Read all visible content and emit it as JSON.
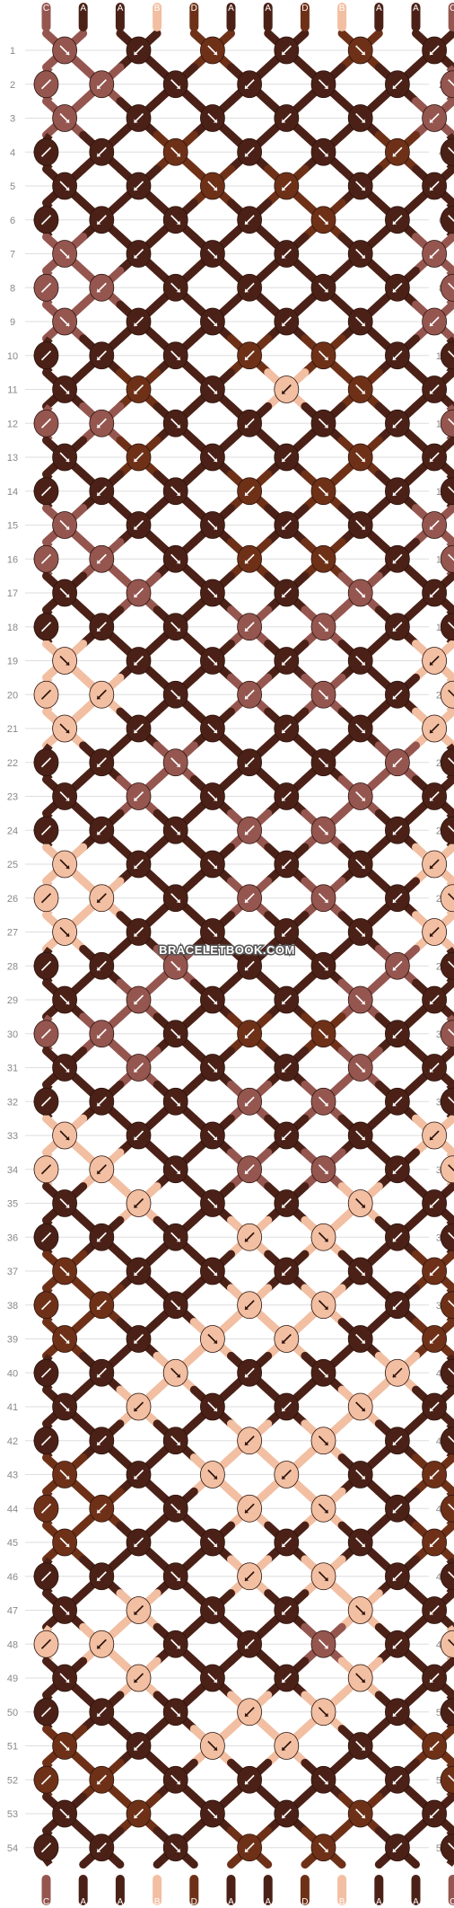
{
  "watermark": "BRACELETBOOK.COM",
  "colors": {
    "A": "#4b2117",
    "B": "#f2bfa2",
    "C": "#955650",
    "D": "#6e3118"
  },
  "strands_top": [
    "C",
    "A",
    "A",
    "B",
    "D",
    "A",
    "A",
    "D",
    "B",
    "A",
    "A",
    "C"
  ],
  "strands_bottom": [
    "C",
    "A",
    "A",
    "B",
    "D",
    "A",
    "A",
    "D",
    "B",
    "A",
    "A",
    "C"
  ],
  "row_numbers": [
    1,
    2,
    3,
    4,
    5,
    6,
    7,
    8,
    9,
    10,
    11,
    12,
    13,
    14,
    15,
    16,
    17,
    18,
    19,
    20,
    21,
    22,
    23,
    24,
    25,
    26,
    27,
    28,
    29,
    30,
    31,
    32,
    33,
    34,
    35,
    36,
    37,
    38,
    39,
    40,
    41,
    42,
    43,
    44,
    45,
    46,
    47,
    48,
    49,
    50,
    51,
    52,
    53,
    54
  ],
  "knot_rows": [
    [
      "C",
      "A",
      "D",
      "A",
      "D",
      "A"
    ],
    [
      "C",
      "A",
      "A",
      "A",
      "A",
      "C"
    ],
    [
      "C",
      "A",
      "A",
      "A",
      "A",
      "C"
    ],
    [
      "A",
      "D",
      "A",
      "A",
      "D",
      "A"
    ],
    [
      "A",
      "A",
      "D",
      "D",
      "A",
      "A"
    ],
    [
      "A",
      "A",
      "A",
      "D",
      "A",
      "A"
    ],
    [
      "C",
      "A",
      "A",
      "A",
      "A",
      "C"
    ],
    [
      "C",
      "A",
      "A",
      "A",
      "A",
      "C"
    ],
    [
      "C",
      "A",
      "A",
      "A",
      "A",
      "C"
    ],
    [
      "A",
      "A",
      "D",
      "D",
      "A",
      "A"
    ],
    [
      "A",
      "D",
      "A",
      "B",
      "D",
      "A"
    ],
    [
      "C",
      "A",
      "A",
      "A",
      "A",
      "C"
    ],
    [
      "A",
      "D",
      "A",
      "A",
      "D",
      "A"
    ],
    [
      "A",
      "A",
      "D",
      "D",
      "A",
      "A"
    ],
    [
      "C",
      "A",
      "A",
      "A",
      "A",
      "C"
    ],
    [
      "C",
      "A",
      "D",
      "D",
      "A",
      "C"
    ],
    [
      "A",
      "C",
      "A",
      "A",
      "C",
      "A"
    ],
    [
      "A",
      "A",
      "C",
      "C",
      "A",
      "A"
    ],
    [
      "B",
      "A",
      "A",
      "A",
      "A",
      "B"
    ],
    [
      "B",
      "A",
      "C",
      "C",
      "A",
      "B"
    ],
    [
      "B",
      "A",
      "A",
      "A",
      "A",
      "B"
    ],
    [
      "A",
      "C",
      "A",
      "A",
      "C",
      "A"
    ],
    [
      "A",
      "C",
      "A",
      "A",
      "C",
      "A"
    ],
    [
      "A",
      "A",
      "C",
      "C",
      "A",
      "A"
    ],
    [
      "B",
      "A",
      "A",
      "A",
      "A",
      "B"
    ],
    [
      "B",
      "A",
      "C",
      "C",
      "A",
      "B"
    ],
    [
      "B",
      "A",
      "A",
      "A",
      "A",
      "B"
    ],
    [
      "A",
      "C",
      "A",
      "A",
      "C",
      "A"
    ],
    [
      "A",
      "C",
      "A",
      "A",
      "C",
      "A"
    ],
    [
      "C",
      "A",
      "D",
      "D",
      "A",
      "C"
    ],
    [
      "A",
      "C",
      "A",
      "A",
      "C",
      "A"
    ],
    [
      "A",
      "A",
      "C",
      "C",
      "A",
      "A"
    ],
    [
      "B",
      "A",
      "A",
      "A",
      "A",
      "B"
    ],
    [
      "B",
      "A",
      "C",
      "C",
      "A",
      "B"
    ],
    [
      "A",
      "B",
      "A",
      "A",
      "B",
      "A"
    ],
    [
      "A",
      "A",
      "B",
      "B",
      "A",
      "A"
    ],
    [
      "D",
      "A",
      "A",
      "A",
      "A",
      "D"
    ],
    [
      "D",
      "A",
      "B",
      "B",
      "A",
      "D"
    ],
    [
      "D",
      "A",
      "B",
      "B",
      "A",
      "D"
    ],
    [
      "A",
      "B",
      "A",
      "A",
      "B",
      "A"
    ],
    [
      "A",
      "B",
      "A",
      "A",
      "B",
      "A"
    ],
    [
      "A",
      "A",
      "B",
      "B",
      "A",
      "A"
    ],
    [
      "D",
      "A",
      "B",
      "B",
      "A",
      "D"
    ],
    [
      "D",
      "A",
      "B",
      "B",
      "A",
      "D"
    ],
    [
      "D",
      "A",
      "A",
      "A",
      "A",
      "D"
    ],
    [
      "A",
      "A",
      "B",
      "B",
      "A",
      "A"
    ],
    [
      "A",
      "B",
      "A",
      "A",
      "B",
      "A"
    ],
    [
      "B",
      "A",
      "A",
      "C",
      "A",
      "B"
    ],
    [
      "A",
      "B",
      "A",
      "A",
      "B",
      "A"
    ],
    [
      "A",
      "A",
      "B",
      "B",
      "A",
      "A"
    ],
    [
      "D",
      "A",
      "B",
      "B",
      "A",
      "D"
    ],
    [
      "D",
      "A",
      "A",
      "A",
      "A",
      "D"
    ],
    [
      "A",
      "D",
      "A",
      "A",
      "D",
      "A"
    ],
    [
      "A",
      "A",
      "D",
      "D",
      "A",
      "A"
    ]
  ]
}
